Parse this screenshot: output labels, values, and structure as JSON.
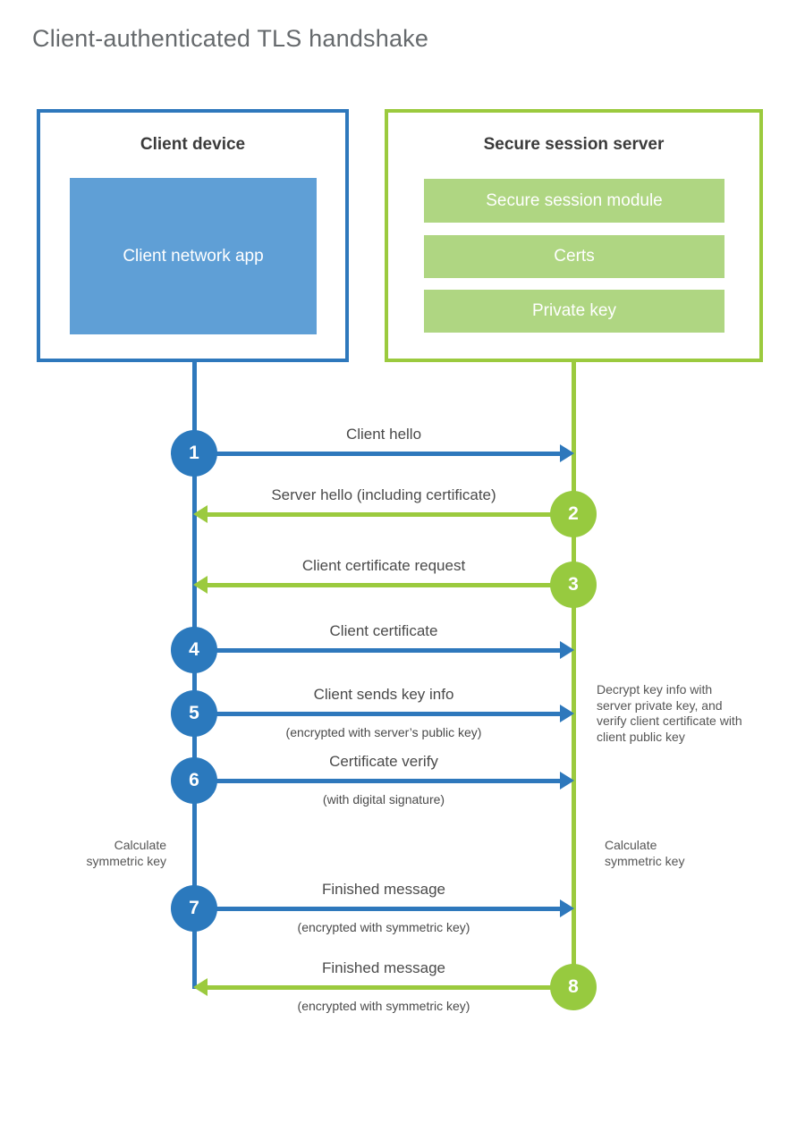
{
  "title": "Client-authenticated TLS handshake",
  "colors": {
    "blue_line": "#2e78bc",
    "blue_fill": "#5f9fd6",
    "green_line": "#9bca3e",
    "green_fill": "#afd682"
  },
  "client": {
    "title": "Client device",
    "app_label": "Client network app"
  },
  "server": {
    "title": "Secure session server",
    "modules": [
      "Secure session module",
      "Certs",
      "Private key"
    ]
  },
  "steps": [
    {
      "num": "1",
      "label": "Client hello",
      "sub": "",
      "dir": "right",
      "from": "client"
    },
    {
      "num": "2",
      "label": "Server hello (including certificate)",
      "sub": "",
      "dir": "left",
      "from": "server"
    },
    {
      "num": "3",
      "label": "Client certificate request",
      "sub": "",
      "dir": "left",
      "from": "server"
    },
    {
      "num": "4",
      "label": "Client certificate",
      "sub": "",
      "dir": "right",
      "from": "client"
    },
    {
      "num": "5",
      "label": "Client sends key info",
      "sub": "(encrypted with server’s public key)",
      "dir": "right",
      "from": "client"
    },
    {
      "num": "6",
      "label": "Certificate verify",
      "sub": "(with digital signature)",
      "dir": "right",
      "from": "client"
    },
    {
      "num": "7",
      "label": "Finished message",
      "sub": "(encrypted with symmetric key)",
      "dir": "right",
      "from": "client"
    },
    {
      "num": "8",
      "label": "Finished message",
      "sub": "(encrypted with symmetric key)",
      "dir": "left",
      "from": "server"
    }
  ],
  "notes": {
    "decrypt": "Decrypt key info with server private key, and verify client certificate with client public key",
    "calc_left": "Calculate symmetric key",
    "calc_right": "Calculate symmetric key"
  }
}
